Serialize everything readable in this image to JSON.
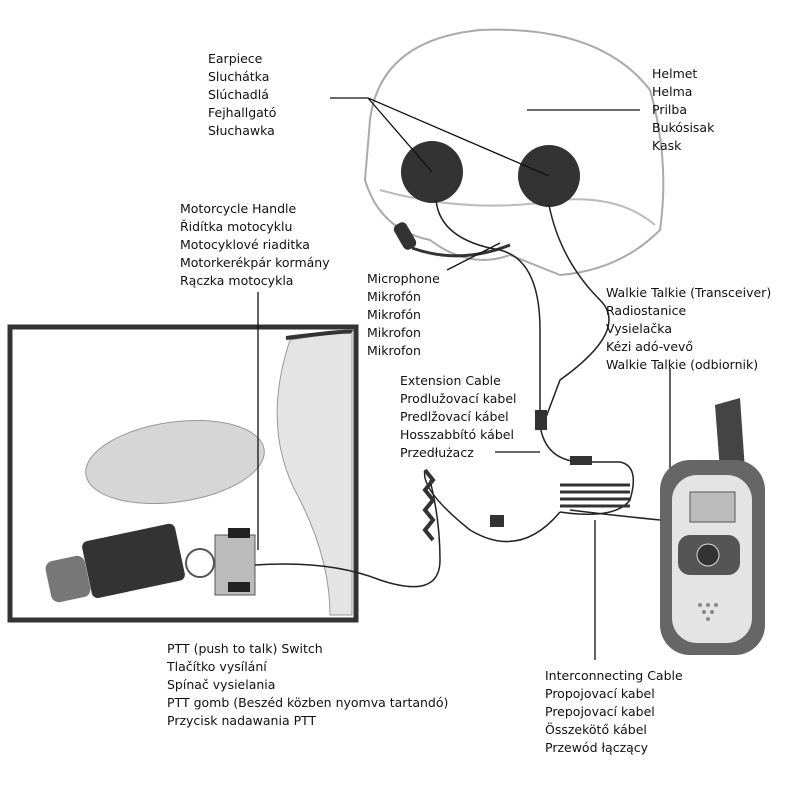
{
  "labels": {
    "earpiece": [
      "Earpiece",
      "Sluchátka",
      "Slúchadlá",
      "Fejhallgató",
      "Słuchawka"
    ],
    "helmet": [
      "Helmet",
      "Helma",
      "Prilba",
      "Bukósisak",
      "Kask"
    ],
    "handle": [
      "Motorcycle Handle",
      "Řidítka motocyklu",
      "Motocyklové riaditka",
      "Motorkerékpár kormány",
      "Rączka motocykla"
    ],
    "microphone": [
      "Microphone",
      "Mikrofón",
      "Mikrofón",
      "Mikrofon",
      "Mikrofon"
    ],
    "walkie": [
      "Walkie Talkie (Transceiver)",
      "Radiostanice",
      "Vysielačka",
      "Kézi adó-vevő",
      "Walkie Talkie (odbiornik)"
    ],
    "extension": [
      "Extension Cable",
      "Prodlužovací kabel",
      "Predlžovací kábel",
      "Hosszabbító kábel",
      "Przedłużacz"
    ],
    "ptt": [
      "PTT (push to talk) Switch",
      "Tlačítko vysílání",
      "Spínač vysielania",
      "PTT gomb (Beszéd közben nyomva tartandó)",
      "Przycisk nadawania PTT"
    ],
    "interconnect": [
      "Interconnecting Cable",
      "Propojovací kabel",
      "Prepojovací kabel",
      "Összekötő kábel",
      "Przewód łączący"
    ]
  }
}
